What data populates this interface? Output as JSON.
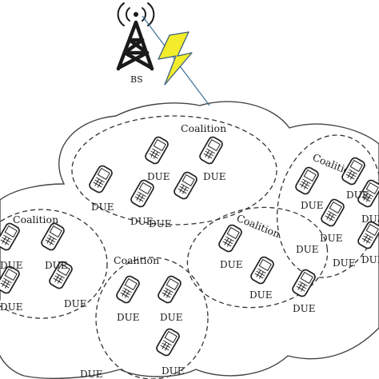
{
  "diagram": {
    "base_station_label": "BS",
    "coalition_label": "Coalition",
    "device_label": "DUE",
    "coalitions": [
      {
        "label": "Coalition",
        "devices": [
          "DUE",
          "DUE",
          "DUE",
          "DUE"
        ]
      },
      {
        "label": "Coalition",
        "devices": [
          "DUE",
          "DUE",
          "DUE",
          "DUE",
          "DUE",
          "DUE",
          "DUE"
        ]
      },
      {
        "label": "Coalition",
        "devices": [
          "DUE",
          "DUE",
          "DUE",
          "DUE",
          "DUE"
        ]
      },
      {
        "label": "Coalition",
        "devices": [
          "DUE",
          "DUE",
          "DUE"
        ]
      },
      {
        "label": "Coalition",
        "devices": [
          "DUE",
          "DUE",
          "DUE",
          "DUE"
        ]
      }
    ]
  },
  "colors": {
    "outline": "#333333",
    "lightning_fill": "#f2ec2a",
    "link_line": "#3a6f96",
    "tower": "#1a1a1a"
  },
  "icons": [
    "tower-icon",
    "signal-waves-icon",
    "lightning-icon",
    "phone-icon"
  ]
}
